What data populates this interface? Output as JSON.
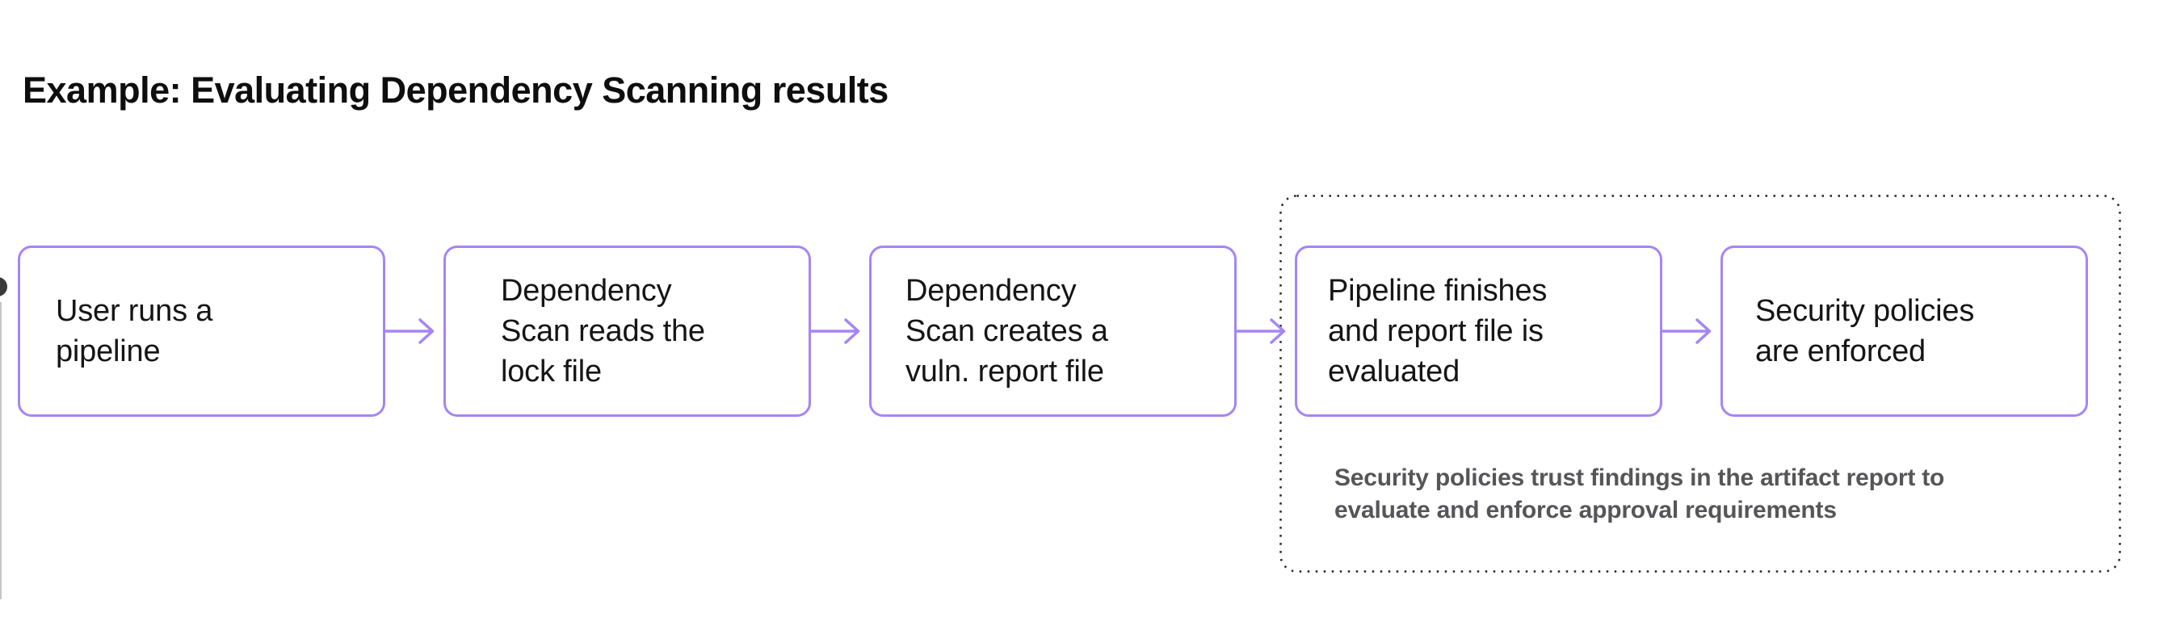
{
  "title": {
    "text": "Example: Evaluating Dependency Scanning results"
  },
  "flow": {
    "boxes": [
      {
        "id": "user-runs-pipeline",
        "text": "User runs a\npipeline"
      },
      {
        "id": "scan-reads-lock-file",
        "text": "Dependency\nScan reads the\nlock file"
      },
      {
        "id": "scan-creates-report",
        "text": "Dependency\nScan creates a\nvuln. report file"
      },
      {
        "id": "pipeline-finishes",
        "text": "Pipeline finishes\nand report file is\nevaluated"
      },
      {
        "id": "policies-enforced",
        "text": "Security policies\nare enforced"
      }
    ],
    "connectors": [
      "arrow-right",
      "arrow-right",
      "arrow-right",
      "arrow-right"
    ],
    "group_caption": "Security policies trust findings in the artifact report to\nevaluate and enforce approval requirements"
  },
  "colors": {
    "box_border": "#a585f5",
    "arrow": "#a585f5",
    "dotted_border": "#222222",
    "title_text": "#0e0e0e",
    "box_text": "#151515",
    "caption_text": "#55555a",
    "page_bg": "#ffffff"
  }
}
